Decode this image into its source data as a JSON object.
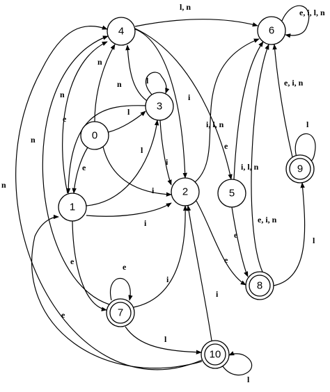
{
  "states": [
    {
      "id": "0",
      "label": "0",
      "accepting": false
    },
    {
      "id": "1",
      "label": "1",
      "accepting": false
    },
    {
      "id": "2",
      "label": "2",
      "accepting": false
    },
    {
      "id": "3",
      "label": "3",
      "accepting": false
    },
    {
      "id": "4",
      "label": "4",
      "accepting": false
    },
    {
      "id": "5",
      "label": "5",
      "accepting": false
    },
    {
      "id": "6",
      "label": "6",
      "accepting": false
    },
    {
      "id": "7",
      "label": "7",
      "accepting": true
    },
    {
      "id": "8",
      "label": "8",
      "accepting": true
    },
    {
      "id": "9",
      "label": "9",
      "accepting": true
    },
    {
      "id": "10",
      "label": "10",
      "accepting": true
    }
  ],
  "transitions": [
    {
      "from": "4",
      "to": "6",
      "label": "l, n"
    },
    {
      "from": "6",
      "to": "6",
      "label": "e, i, l, n"
    },
    {
      "from": "0",
      "to": "4",
      "label": "n"
    },
    {
      "from": "1",
      "to": "4",
      "label": "n"
    },
    {
      "from": "3",
      "to": "4",
      "label": "n"
    },
    {
      "from": "3",
      "to": "3",
      "label": "l"
    },
    {
      "from": "4",
      "to": "2",
      "label": "i"
    },
    {
      "from": "0",
      "to": "3",
      "label": "l"
    },
    {
      "from": "3",
      "to": "1",
      "label": "e"
    },
    {
      "from": "7",
      "to": "4",
      "label": "n"
    },
    {
      "from": "10",
      "to": "4",
      "label": "n"
    },
    {
      "from": "0",
      "to": "1",
      "label": "e"
    },
    {
      "from": "1",
      "to": "3",
      "label": "l"
    },
    {
      "from": "3",
      "to": "2",
      "label": "i"
    },
    {
      "from": "0",
      "to": "2",
      "label": "i"
    },
    {
      "from": "1",
      "to": "2",
      "label": "i"
    },
    {
      "from": "2",
      "to": "6",
      "label": "i, l, n"
    },
    {
      "from": "4",
      "to": "5",
      "label": "e"
    },
    {
      "from": "5",
      "to": "6",
      "label": "i, l, n"
    },
    {
      "from": "9",
      "to": "6",
      "label": "e, i, n"
    },
    {
      "from": "9",
      "to": "9",
      "label": "l"
    },
    {
      "from": "5",
      "to": "8",
      "label": "e"
    },
    {
      "from": "2",
      "to": "8",
      "label": "e"
    },
    {
      "from": "8",
      "to": "6",
      "label": "e, i, n"
    },
    {
      "from": "8",
      "to": "9",
      "label": "l"
    },
    {
      "from": "1",
      "to": "7",
      "label": "e"
    },
    {
      "from": "7",
      "to": "7",
      "label": "e"
    },
    {
      "from": "7",
      "to": "2",
      "label": "i"
    },
    {
      "from": "10",
      "to": "2",
      "label": "i"
    },
    {
      "from": "7",
      "to": "10",
      "label": "l"
    },
    {
      "from": "10",
      "to": "10",
      "label": "l"
    },
    {
      "from": "10",
      "to": "1",
      "label": "e"
    }
  ]
}
